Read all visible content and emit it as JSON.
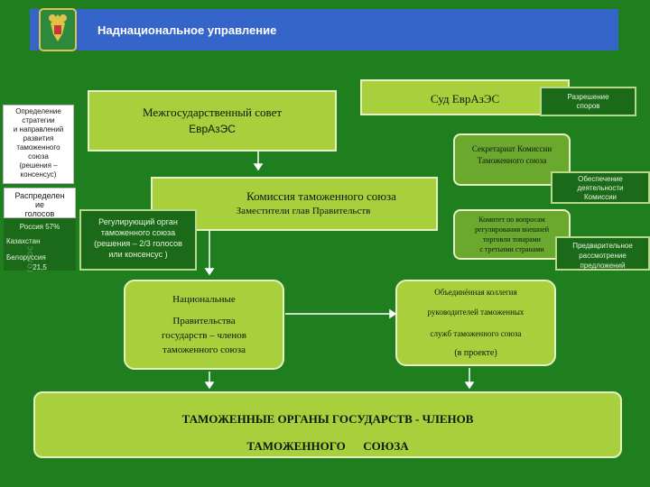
{
  "banner": {
    "title": "Наднациональное управление"
  },
  "left_panel": {
    "strategy": [
      "Определение",
      "стратегии",
      "и направлений",
      "развития",
      "таможенного",
      "союза",
      "(решения –",
      "консенсус)"
    ],
    "distribution": [
      "Распределен",
      "ие",
      "голосов"
    ],
    "countries": [
      {
        "label": "Россия 57%"
      },
      {
        "label": "Казахстан"
      },
      {
        "label": "Белоруссия"
      },
      {
        "label": "21,5"
      }
    ],
    "vertical_text": "голос"
  },
  "boxes": {
    "council": {
      "line1": "Межгосударственный совет",
      "line2": "ЕврАзЭС"
    },
    "court": {
      "label": "Суд ЕврАзЭС"
    },
    "dispute": {
      "line1": "Разрешение",
      "line2": "споров"
    },
    "secretariat": {
      "line1": "Секретариат Комиссии",
      "line2": "Таможенного союза"
    },
    "support": {
      "line1": "Обеспечение",
      "line2": "деятельности",
      "line3": "Комиссии"
    },
    "commission": {
      "title": "Комиссия таможенного союза",
      "subtitle": "Заместители глав Правительств"
    },
    "regulator": {
      "line1": "Регулирующий орган",
      "line2": "таможенного союза",
      "line3": "(решения – 2/3 голосов",
      "line4": "или консенсус )"
    },
    "committee": {
      "line1": "Комитет по вопросам",
      "line2": "регулирования внешней",
      "line3": "торговли товарами",
      "line4": "с третьими странами"
    },
    "preliminary": {
      "line1": "Предварительное",
      "line2": "рассмотрение",
      "line3": "предложений"
    },
    "national": {
      "line1": "Национальные",
      "line2": "Правительства",
      "line3": "государств – членов",
      "line4": "таможенного союза"
    },
    "collegium": {
      "line1": "Объединённая коллегия",
      "line2": "руководителей таможенных",
      "line3": "служб таможенного союза",
      "line4": "(в проекте)"
    },
    "customs": {
      "line1": "ТАМОЖЕННЫЕ ОРГАНЫ ГОСУДАРСТВ - ЧЛЕНОВ",
      "line2": "ТАМОЖЕННОГО      СОЮЗА"
    }
  },
  "colors": {
    "background": "#1f7f1f",
    "banner": "#3565c8",
    "box_light": "#a8cf3c",
    "box_dark": "#1a6a1a"
  }
}
